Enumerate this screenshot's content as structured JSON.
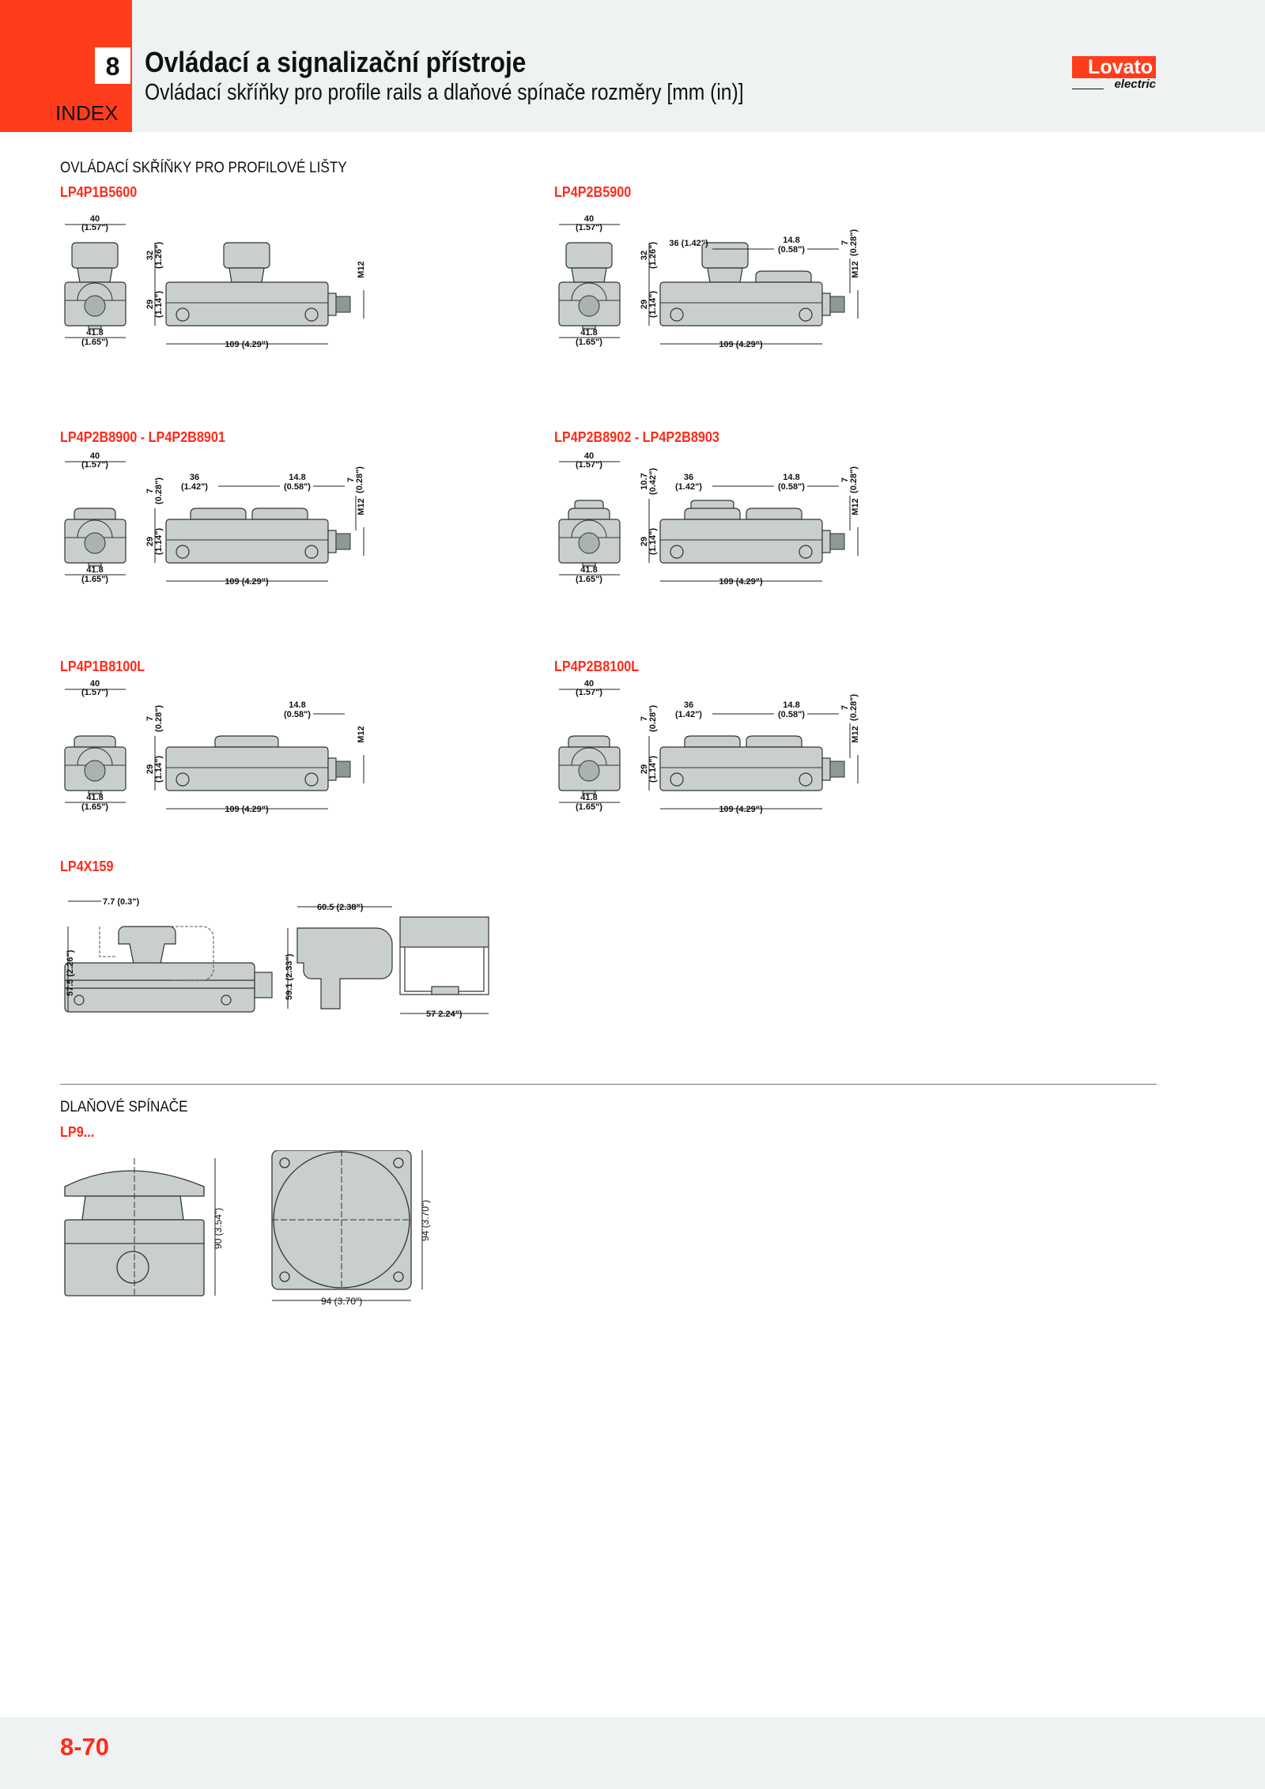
{
  "header": {
    "chapter": "8",
    "index_label": "INDEX",
    "title": "Ovládací a signalizační přístroje",
    "subtitle": "Ovládací skříňky pro profile rails a dlaňové spínače rozměry [mm (in)]",
    "logo_text": "Lovato",
    "logo_sub": "electric"
  },
  "sections": [
    {
      "heading": "OVLÁDACÍ SKŘÍŇKY PRO PROFILOVÉ LIŠTY"
    },
    {
      "heading": "DLAŇOVÉ SPÍNAČE"
    }
  ],
  "parts": [
    {
      "label": "LP4P1B5600",
      "variant": "tall",
      "dims": {
        "front_w": [
          "40",
          "(1.57\")"
        ],
        "front_base": [
          "41.8",
          "(1.65\")"
        ],
        "length": "109 (4.29\")",
        "height": [
          "29",
          "(1.14\")"
        ],
        "button_h": [
          "32",
          "(1.26\")"
        ],
        "thread": "M12"
      }
    },
    {
      "label": "LP4P2B5900",
      "variant": "tall_flat",
      "dims": {
        "front_w": [
          "40",
          "(1.57\")"
        ],
        "front_base": [
          "41.8",
          "(1.65\")"
        ],
        "length": "109 (4.29\")",
        "height": [
          "29",
          "(1.14\")"
        ],
        "button_h": [
          "32",
          "(1.26\")"
        ],
        "pitch": [
          "36 (1.42\")"
        ],
        "offset": [
          "14.8",
          "(0.58\")"
        ],
        "conn": [
          "7",
          "(0.28\")"
        ],
        "thread": "M12"
      }
    },
    {
      "label": "LP4P2B8900 - LP4P2B8901",
      "variant": "two_flat",
      "dims": {
        "front_w": [
          "40",
          "(1.57\")"
        ],
        "front_base": [
          "41.8",
          "(1.65\")"
        ],
        "length": "109 (4.29\")",
        "height": [
          "29",
          "(1.14\")"
        ],
        "button_h": [
          "7",
          "(0.28\")"
        ],
        "pitch": [
          "36",
          "(1.42\")"
        ],
        "offset": [
          "14.8",
          "(0.58\")"
        ],
        "conn": [
          "7",
          "(0.28\")"
        ],
        "thread": "M12"
      }
    },
    {
      "label": "LP4P2B8902 - LP4P2B8903",
      "variant": "step_flat",
      "dims": {
        "front_w": [
          "40",
          "(1.57\")"
        ],
        "front_base": [
          "41.8",
          "(1.65\")"
        ],
        "length": "109 (4.29\")",
        "height": [
          "29",
          "(1.14\")"
        ],
        "button_h": [
          "10.7",
          "(0.42\")"
        ],
        "pitch": [
          "36",
          "(1.42\")"
        ],
        "offset": [
          "14.8",
          "(0.58\")"
        ],
        "conn": [
          "7",
          "(0.28\")"
        ],
        "thread": "M12"
      }
    },
    {
      "label": "LP4P1B8100L",
      "variant": "one_flat",
      "dims": {
        "front_w": [
          "40",
          "(1.57\")"
        ],
        "front_base": [
          "41.8",
          "(1.65\")"
        ],
        "length": "109 (4.29\")",
        "height": [
          "29",
          "(1.14\")"
        ],
        "button_h": [
          "7",
          "(0.28\")"
        ],
        "offset": [
          "14.8",
          "(0.58\")"
        ],
        "thread": "M12"
      }
    },
    {
      "label": "LP4P2B8100L",
      "variant": "two_flat",
      "dims": {
        "front_w": [
          "40",
          "(1.57\")"
        ],
        "front_base": [
          "41.8",
          "(1.65\")"
        ],
        "length": "109 (4.29\")",
        "height": [
          "29",
          "(1.14\")"
        ],
        "button_h": [
          "7",
          "(0.28\")"
        ],
        "pitch": [
          "36",
          "(1.42\")"
        ],
        "offset": [
          "14.8",
          "(0.58\")"
        ],
        "conn": [
          "7",
          "(0.28\")"
        ],
        "thread": "M12"
      }
    }
  ],
  "lp4x159": {
    "label": "LP4X159",
    "dims": {
      "offset": "7.7 (0.3\")",
      "height": "57.5 (2.26\")",
      "width": "60.5 (2.38\")",
      "side_h": "59.1 (2.33\")",
      "base_w": "57 2.24\")"
    }
  },
  "lp9": {
    "label": "LP9...",
    "dims": {
      "height": "90 (3.54\")",
      "top_h": "94 (3.70\")",
      "top_w": "94 (3.70\")"
    }
  },
  "footer": {
    "page": "8-70"
  },
  "colors": {
    "accent": "#ff3d1d",
    "band": "#eef2f3",
    "part_fill": "#c9cfcf",
    "stroke": "#333333"
  }
}
